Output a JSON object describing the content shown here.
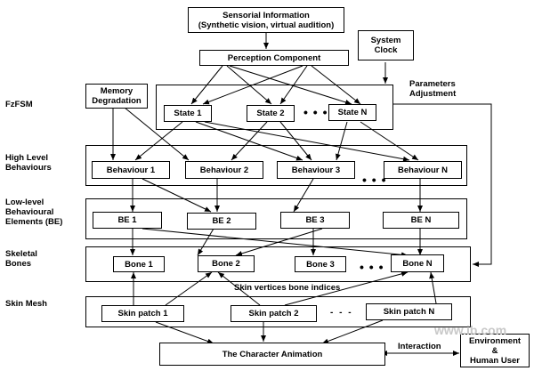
{
  "nodes": {
    "sensorial": "Sensorial Information\n(Synthetic vision, virtual audition)",
    "system_clock": "System\nClock",
    "perception": "Perception Component",
    "memory": "Memory\nDegradation",
    "state1": "State 1",
    "state2": "State 2",
    "stateN": "State N",
    "beh1": "Behaviour 1",
    "beh2": "Behaviour 2",
    "beh3": "Behaviour 3",
    "behN": "Behaviour N",
    "be1": "BE 1",
    "be2": "BE 2",
    "be3": "BE 3",
    "beN": "BE N",
    "bone1": "Bone 1",
    "bone2": "Bone 2",
    "bone3": "Bone 3",
    "boneN": "Bone N",
    "skin1": "Skin patch 1",
    "skin2": "Skin patch 2",
    "skinN": "Skin patch N",
    "animation": "The Character Animation",
    "environment": "Environment\n&\nHuman User"
  },
  "labels": {
    "params": "Parameters\nAdjustment",
    "fzfsm": "FzFSM",
    "high": "High Level\nBehaviours",
    "low": "Low-level\nBehavioural\nElements (BE)",
    "skeletal": "Skeletal\nBones",
    "skinmesh": "Skin Mesh",
    "skin_vertices": "Skin vertices bone indices",
    "interaction": "Interaction"
  },
  "ellipses": {
    "states": "• • •",
    "behaviours": "• • •",
    "bones": "• • •",
    "skins": "- - -"
  },
  "watermark": "www.ib.com"
}
